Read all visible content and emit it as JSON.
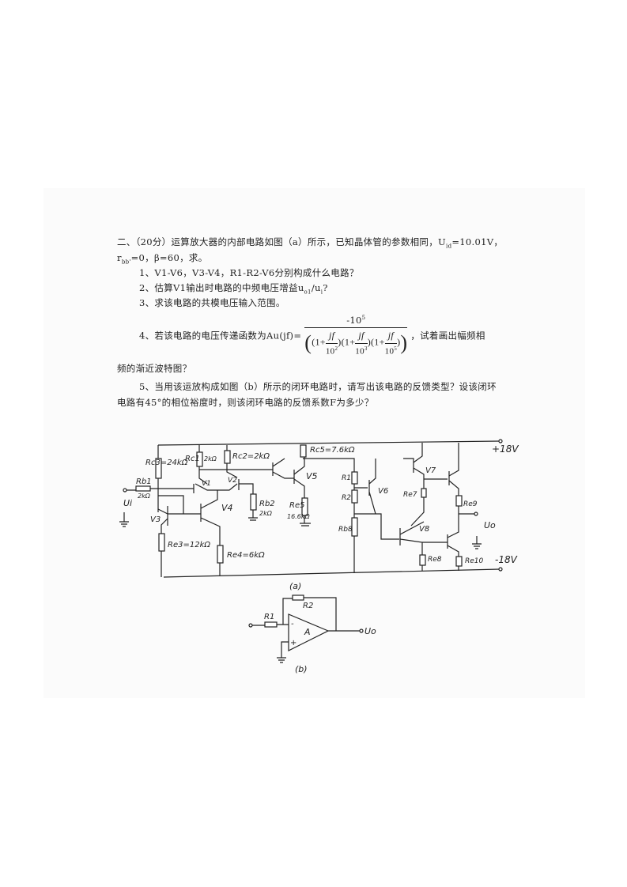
{
  "question": {
    "line1_a": "二、（20分）运算放大器的内部电路如图（a）所示，已知晶体管的参数相同，U",
    "line1_sub": "id",
    "line1_b": "=10.01V，",
    "line2_a": "r",
    "line2_sub": "bb'",
    "line2_b": "=0，β=60，求。",
    "item1": "1、V1-V6，V3-V4，R1-R2-V6分别构成什么电路？",
    "item2_a": "2、估算V1输出时电路的中频电压增益u",
    "item2_sub1": "o1",
    "item2_b": "/u",
    "item2_sub2": "i",
    "item2_c": "?",
    "item3": "3、求该电路的共模电压输入范围。",
    "item4_prefix": "4、若该电路的电压传递函数为Au(jf)=",
    "item4_numerator": "-10",
    "item4_numerator_exp": "5",
    "item4_term_prefix": "(1+",
    "item4_jf": "jf",
    "item4_den_base": "10",
    "item4_den_exps": [
      "2",
      "3",
      "5"
    ],
    "item4_suffix": "，试着画出幅频相",
    "item4_continued": "频的渐近波特图？",
    "item5_line1": "5、当用该运放构成如图（b）所示的闭环电路时，请写出该电路的反馈类型？设该闭环",
    "item5_line2": "电路有45°的相位裕度时，则该闭环电路的反馈系数F为多少？"
  },
  "figure_a": {
    "caption": "(a)",
    "labels": {
      "rc3": "Rc3=24kΩ",
      "rc1": "Rc1",
      "rc1_val": "2kΩ",
      "rc2": "Rc2=2kΩ",
      "rc5": "Rc5=7.6kΩ",
      "rb1": "Rb1",
      "rb1_val": "2kΩ",
      "ui": "Ui",
      "v1": "V1",
      "v2": "V2",
      "v3": "V3",
      "v4": "V4",
      "v5": "V5",
      "rb2": "Rb2",
      "rb2_val": "2kΩ",
      "re5": "Re5",
      "re5_val": "16.6kΩ",
      "re3": "Re3=12kΩ",
      "re4": "Re4=6kΩ",
      "r1": "R1",
      "r2": "R2",
      "rb8": "Rb8",
      "v6": "V6",
      "v7": "V7",
      "re7": "Re7",
      "v8": "V8",
      "re8": "Re8",
      "re9": "Re9",
      "re10": "Re10",
      "uo": "Uo",
      "vpos": "+18V",
      "vneg": "-18V"
    }
  },
  "figure_b": {
    "caption": "(b)",
    "labels": {
      "r1": "R1",
      "r2": "R2",
      "amp": "A",
      "minus": "-",
      "plus": "+",
      "uo": "Uo"
    }
  }
}
